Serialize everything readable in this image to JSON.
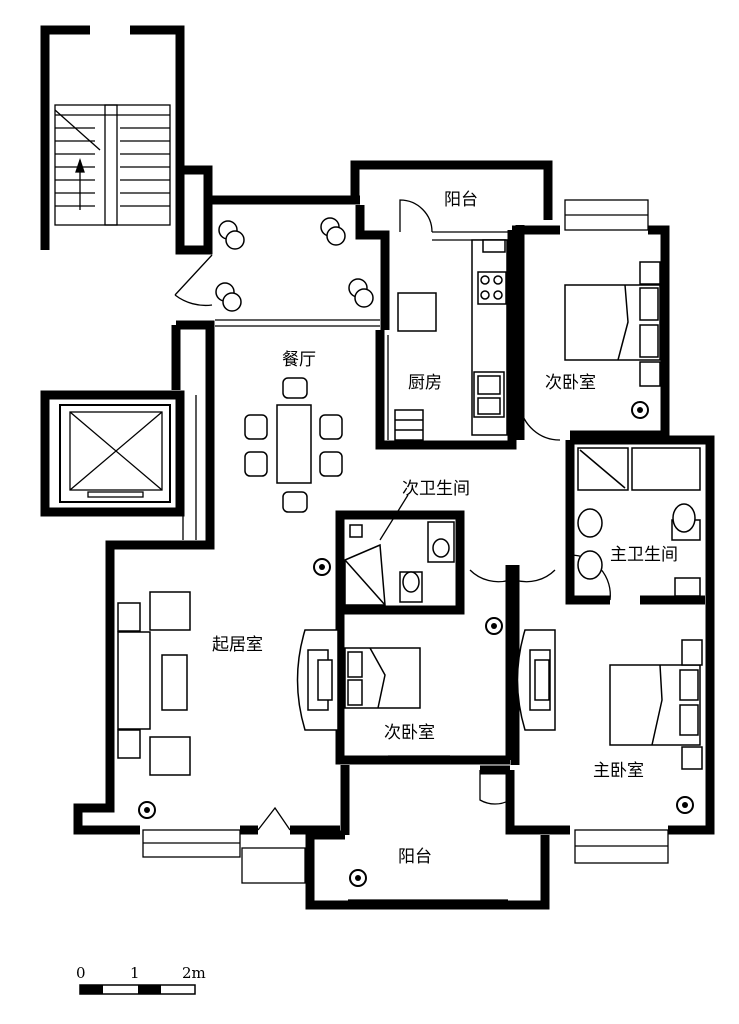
{
  "rooms": {
    "balcony_north": "阳台",
    "dining": "餐厅",
    "kitchen": "厨房",
    "bedroom_ne": "次卧室",
    "bathroom_secondary": "次卫生间",
    "bathroom_master": "主卫生间",
    "living": "起居室",
    "bedroom_center": "次卧室",
    "bedroom_master": "主卧室",
    "balcony_south": "阳台"
  },
  "scale_bar": {
    "tick_0": "0",
    "tick_1": "1",
    "tick_2": "2m"
  }
}
